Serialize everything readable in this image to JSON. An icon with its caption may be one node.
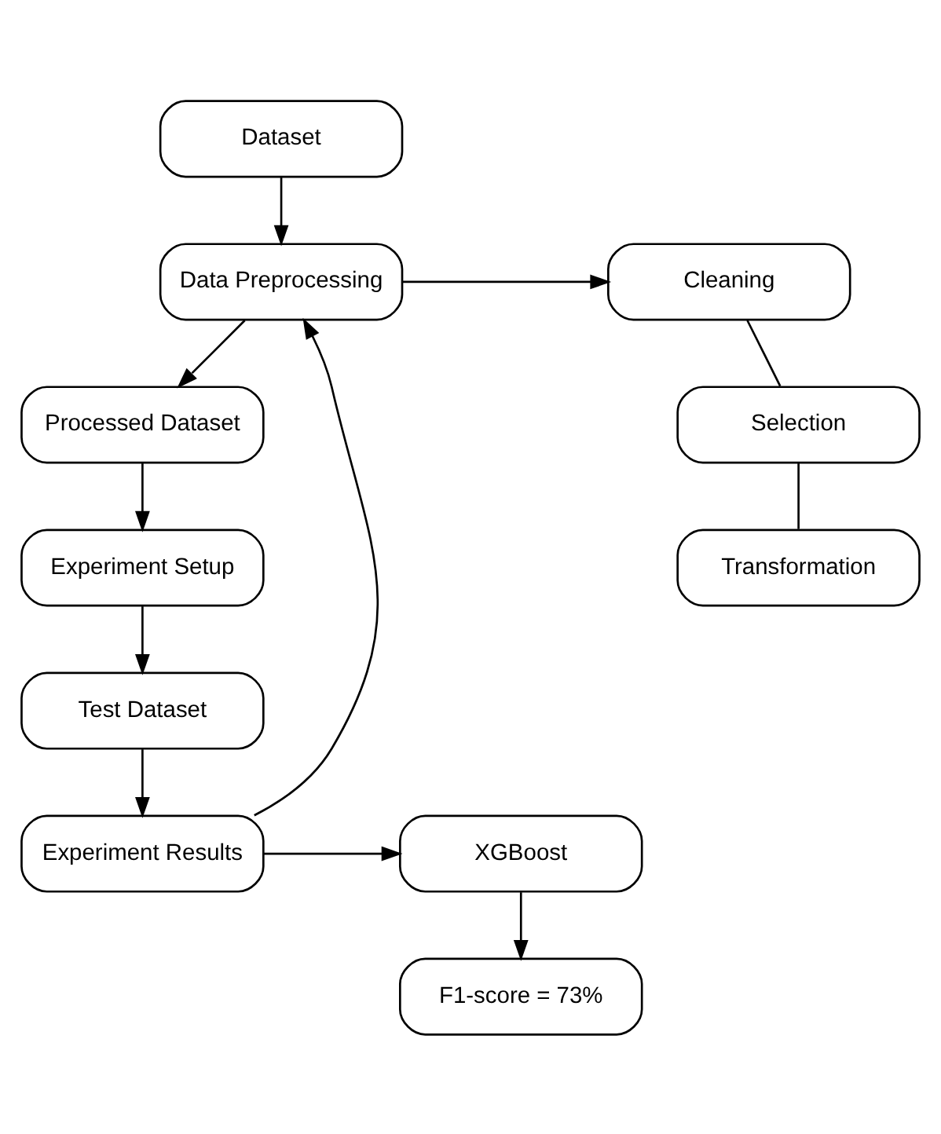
{
  "diagram": {
    "nodes": [
      {
        "text": [
          "Dataset"
        ]
      },
      {
        "text": [
          "Data Preprocessing"
        ]
      },
      {
        "text": [
          "Cleaning"
        ]
      },
      {
        "text": [
          "Selection"
        ]
      },
      {
        "text": [
          "Transformation"
        ]
      },
      {
        "text": [
          "Processed Dataset"
        ]
      },
      {
        "text": [
          "Experiment Setup"
        ]
      },
      {
        "text": [
          "Test Dataset"
        ]
      },
      {
        "text": [
          "Experiment Results"
        ]
      },
      {
        "text": [
          "XGBoost"
        ]
      },
      {
        "text": [
          "F1-score = 73%"
        ]
      }
    ],
    "edges": [
      {
        "from": 0,
        "to": 1,
        "arrow": "to"
      },
      {
        "from": 1,
        "to": 2,
        "arrow": "to"
      },
      {
        "from": 2,
        "to": 3,
        "arrow": "none"
      },
      {
        "from": 3,
        "to": 4,
        "arrow": "none"
      },
      {
        "from": 1,
        "to": 5,
        "arrow": "to"
      },
      {
        "from": 5,
        "to": 6,
        "arrow": "to"
      },
      {
        "from": 6,
        "to": 7,
        "arrow": "to"
      },
      {
        "from": 7,
        "to": 8,
        "arrow": "to"
      },
      {
        "from": 8,
        "to": 1,
        "arrow": "to"
      },
      {
        "from": 8,
        "to": 9,
        "arrow": "to"
      },
      {
        "from": 9,
        "to": 10,
        "arrow": "to"
      }
    ]
  }
}
